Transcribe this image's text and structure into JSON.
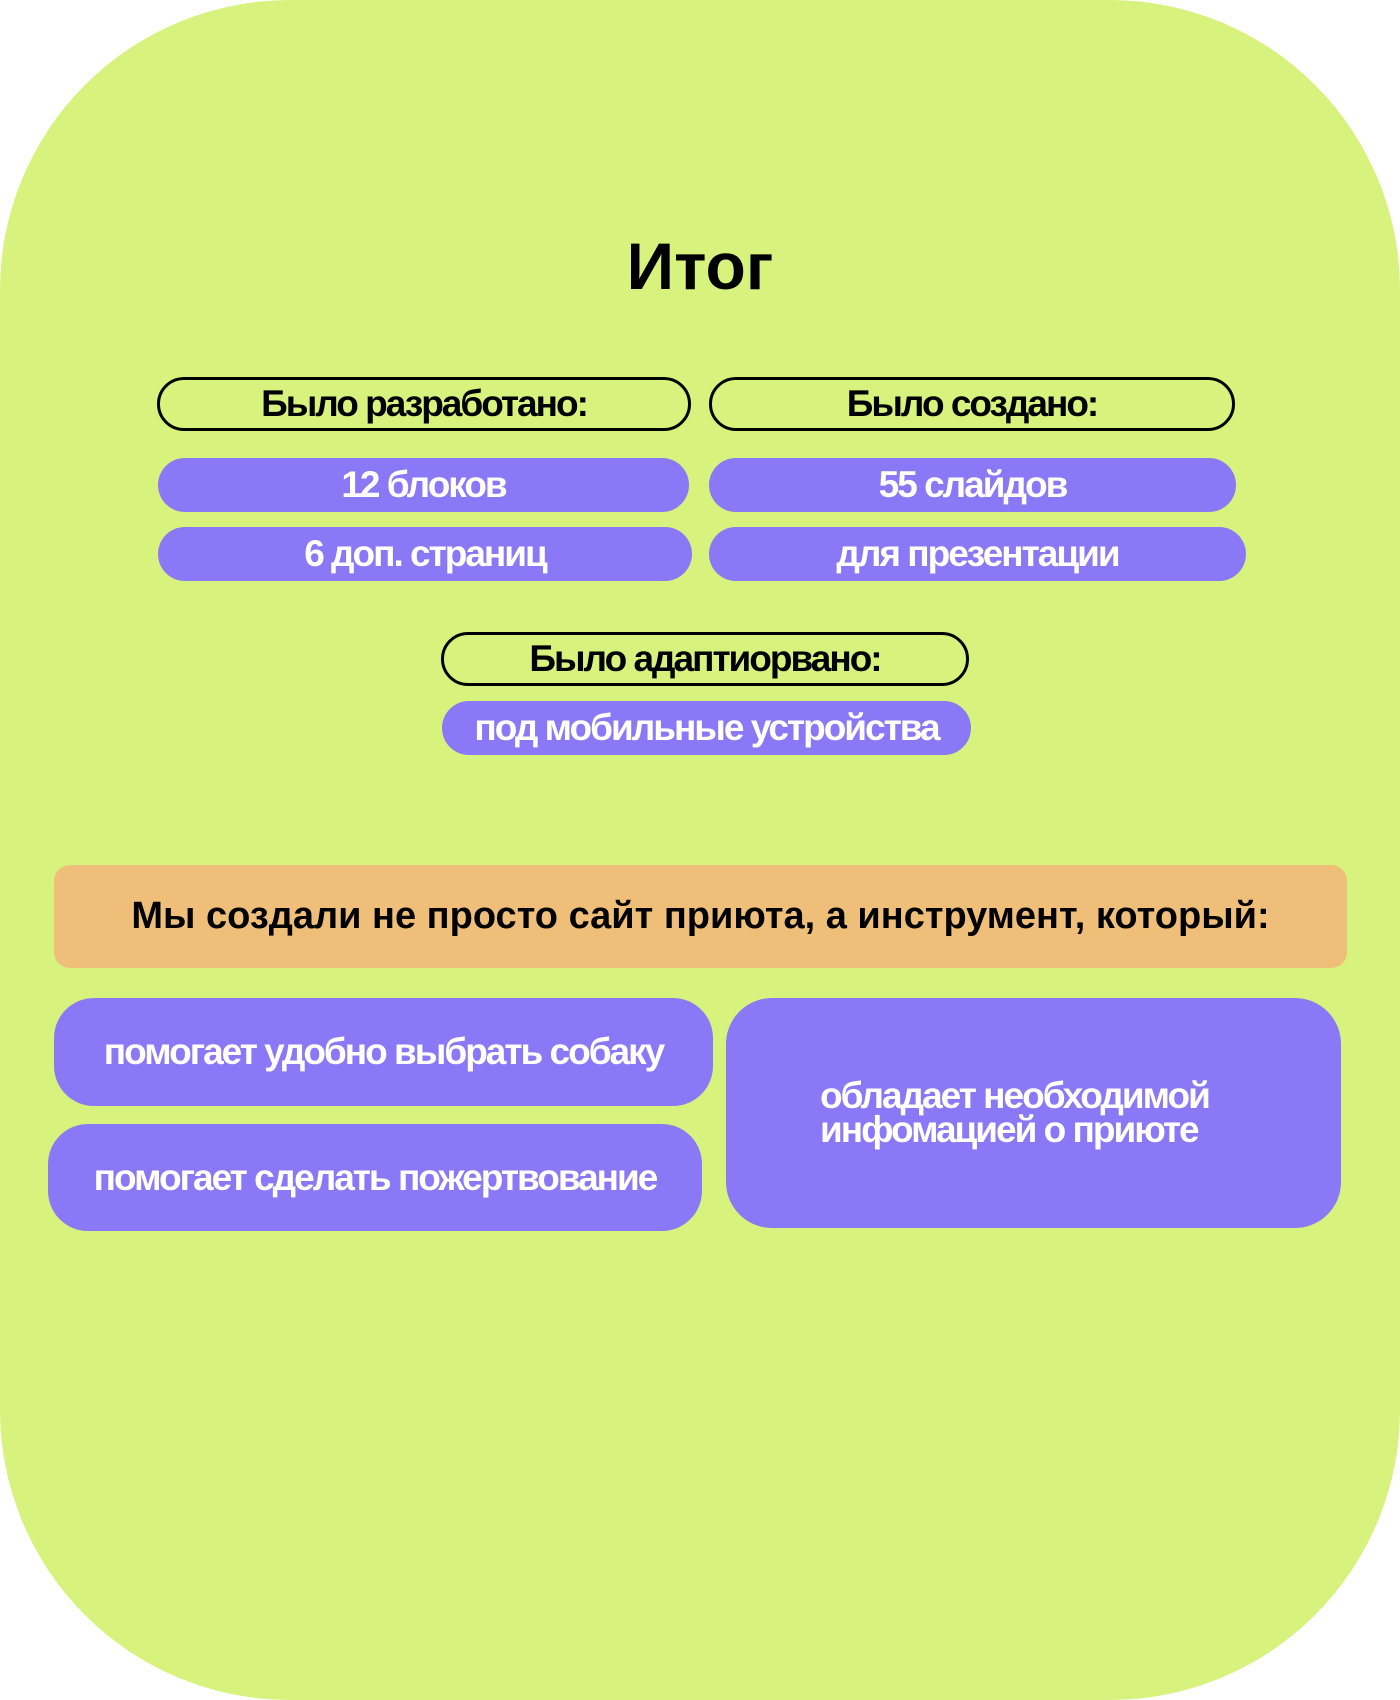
{
  "title": "Итог",
  "developed": {
    "header": "Было разработано:",
    "items": [
      "12 блоков",
      "6 доп. страниц"
    ]
  },
  "created": {
    "header": "Было создано:",
    "items": [
      "55 слайдов",
      "для презентации"
    ]
  },
  "adapted": {
    "header": "Было адаптиорвано:",
    "items": [
      "под мобильные устройства"
    ]
  },
  "summary": {
    "banner": "Мы создали не просто сайт приюта, а инструмент, который:",
    "points": [
      "помогает удобно выбрать собаку",
      "помогает сделать пожертвование",
      "обладает необходимой инфомацией о приюте"
    ]
  },
  "colors": {
    "background": "#d7f27d",
    "pill_fill": "#8b78f6",
    "banner": "#efbf79"
  }
}
